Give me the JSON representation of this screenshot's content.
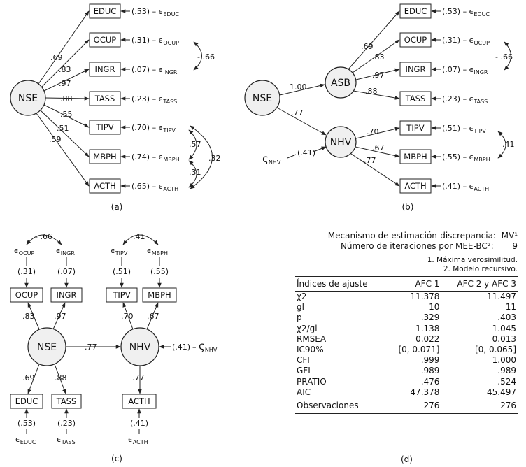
{
  "panel_labels": [
    "(a)",
    "(b)",
    "(c)",
    "(d)"
  ],
  "latents": {
    "nse": "NSE",
    "asb": "ASB",
    "nhv": "NHV"
  },
  "indicators": {
    "educ": "EDUC",
    "ocup": "OCUP",
    "ingr": "INGR",
    "tass": "TASS",
    "tipv": "TIPV",
    "mbph": "MBPH",
    "acth": "ACTH"
  },
  "errors": {
    "educ": {
      "eps": "ϵ",
      "sub": "EDUC"
    },
    "ocup": {
      "eps": "ϵ",
      "sub": "OCUP"
    },
    "ingr": {
      "eps": "ϵ",
      "sub": "INGR"
    },
    "tass": {
      "eps": "ϵ",
      "sub": "TASS"
    },
    "tipv": {
      "eps": "ϵ",
      "sub": "TIPV"
    },
    "mbph": {
      "eps": "ϵ",
      "sub": "MBPH"
    },
    "acth": {
      "eps": "ϵ",
      "sub": "ACTH"
    },
    "zeta": {
      "sym": "ς",
      "sub": "NHV"
    }
  },
  "panel_a": {
    "loadings": {
      "educ": ".69",
      "ocup": ".83",
      "ingr": ".97",
      "tass": ".88",
      "tipv": ".55",
      "mbph": ".51",
      "acth": ".59"
    },
    "error_vars": {
      "educ": "(.53)",
      "ocup": "(.31)",
      "ingr": "(.07)",
      "tass": "(.23)",
      "tipv": "(.70)",
      "mbph": "(.74)",
      "acth": "(.65)"
    },
    "covariances": {
      "ocup_ingr": "- .66",
      "tipv_mbph": ".57",
      "mbph_acth": ".31",
      "tipv_acth": ".32"
    }
  },
  "panel_b": {
    "paths": {
      "nse_asb": "1.00",
      "nse_nhv": ".77"
    },
    "loadings": {
      "educ": ".69",
      "ocup": ".83",
      "ingr": ".97",
      "tass": ".88",
      "tipv": ".70",
      "mbph": ".67",
      "acth": ".77"
    },
    "error_vars": {
      "educ": "(.53)",
      "ocup": "(.31)",
      "ingr": "(.07)",
      "tass": "(.23)",
      "tipv": "(.51)",
      "mbph": "(.55)",
      "acth": "(.41)"
    },
    "zeta_var": "(.41)",
    "covariances": {
      "ocup_ingr": "- .66",
      "tipv_mbph": ".41"
    }
  },
  "panel_c": {
    "loadings": {
      "ocup": ".83",
      "ingr": ".97",
      "educ": ".69",
      "tass": ".88",
      "tipv": ".70",
      "mbph": ".67",
      "acth": ".77"
    },
    "path": ".77",
    "error_vars": {
      "ocup": "(.31)",
      "ingr": "(.07)",
      "tipv": "(.51)",
      "mbph": "(.55)",
      "educ": "(.53)",
      "tass": "(.23)",
      "acth": "(.41)"
    },
    "zeta_var": "(.41)",
    "covariances": {
      "ocup_ingr": "- .66",
      "tipv_mbph": ".41"
    }
  },
  "fit_table": {
    "meta": [
      {
        "label": "Mecanismo de estimación-discrepancia:",
        "value": "MV¹"
      },
      {
        "label": "Número de iteraciones por MEE-BC²:",
        "value": "9"
      }
    ],
    "notes": [
      "1. Máxima verosimilitud.",
      "2. Modelo recursivo."
    ],
    "headers": [
      "Índices de ajuste",
      "AFC 1",
      "AFC 2 y AFC 3"
    ],
    "rows": [
      [
        "χ2",
        "11.378",
        "11.497"
      ],
      [
        "gl",
        "10",
        "11"
      ],
      [
        "p",
        ".329",
        ".403"
      ],
      [
        "χ2/gl",
        "1.138",
        "1.045"
      ],
      [
        "RMSEA",
        "0.022",
        "0.013"
      ],
      [
        "IC90%",
        "[0, 0.071]",
        "[0, 0.065]"
      ],
      [
        "CFI",
        ".999",
        "1.000"
      ],
      [
        "GFI",
        ".989",
        ".989"
      ],
      [
        "PRATIO",
        ".476",
        ".524"
      ],
      [
        "AIC",
        "47.378",
        "45.497"
      ]
    ],
    "footer": [
      "Observaciones",
      "276",
      "276"
    ]
  }
}
